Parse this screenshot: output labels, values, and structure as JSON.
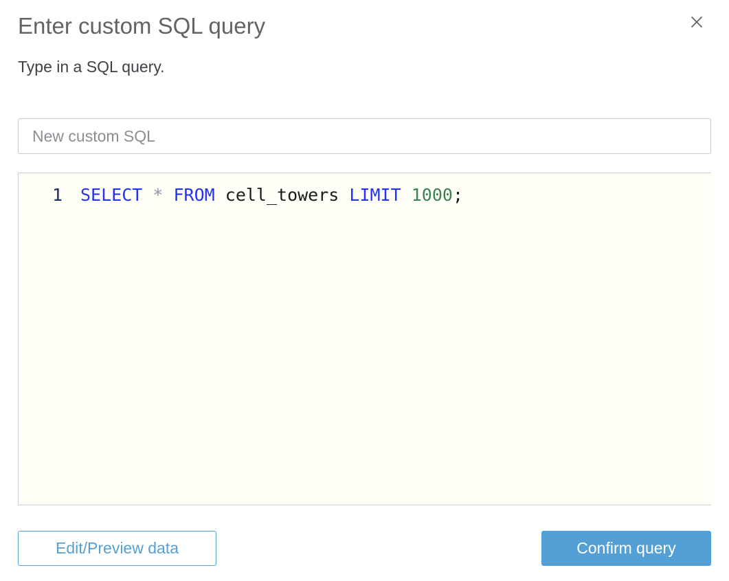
{
  "dialog": {
    "title": "Enter custom SQL query",
    "subtitle": "Type in a SQL query."
  },
  "name_input": {
    "value": "New custom SQL"
  },
  "editor": {
    "lines": [
      {
        "number": "1",
        "tokens": [
          {
            "text": "SELECT",
            "type": "keyword"
          },
          {
            "text": " ",
            "type": "plain"
          },
          {
            "text": "*",
            "type": "operator"
          },
          {
            "text": " ",
            "type": "plain"
          },
          {
            "text": "FROM",
            "type": "keyword"
          },
          {
            "text": " cell_towers ",
            "type": "plain"
          },
          {
            "text": "LIMIT",
            "type": "keyword"
          },
          {
            "text": " ",
            "type": "plain"
          },
          {
            "text": "1000",
            "type": "number"
          },
          {
            "text": ";",
            "type": "plain"
          }
        ]
      }
    ]
  },
  "footer": {
    "edit_preview_label": "Edit/Preview data",
    "confirm_label": "Confirm query"
  },
  "colors": {
    "accent_blue": "#54a0d6",
    "keyword_blue": "#2433f0",
    "number_green": "#3b8253",
    "operator_gray": "#8f96ad",
    "code_text": "#1a1a1a",
    "line_number_navy": "#1e2c66",
    "editor_bg": "#fffef7",
    "title_gray": "#616467",
    "subtitle_gray": "#3e4247"
  }
}
